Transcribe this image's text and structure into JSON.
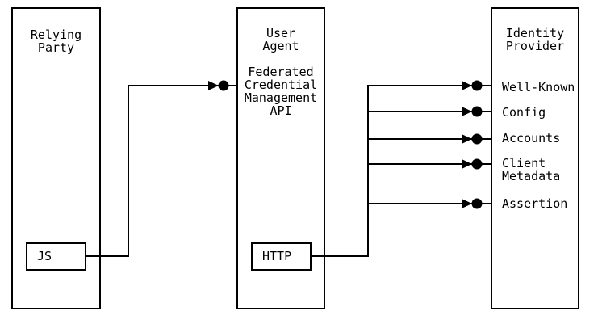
{
  "diagram": {
    "background_color": "#ffffff",
    "line_color": "#000000",
    "relying_party": {
      "title": "Relying\nParty",
      "js_label": "JS"
    },
    "user_agent": {
      "title": "User\nAgent\n\nFederated\nCredential\nManagement\nAPI",
      "http_label": "HTTP"
    },
    "identity_provider": {
      "title": "Identity\nProvider",
      "endpoints": {
        "well_known": "Well-Known",
        "config": "Config",
        "accounts": "Accounts",
        "client_metadata": "Client\nMetadata",
        "assertion": "Assertion"
      }
    }
  }
}
